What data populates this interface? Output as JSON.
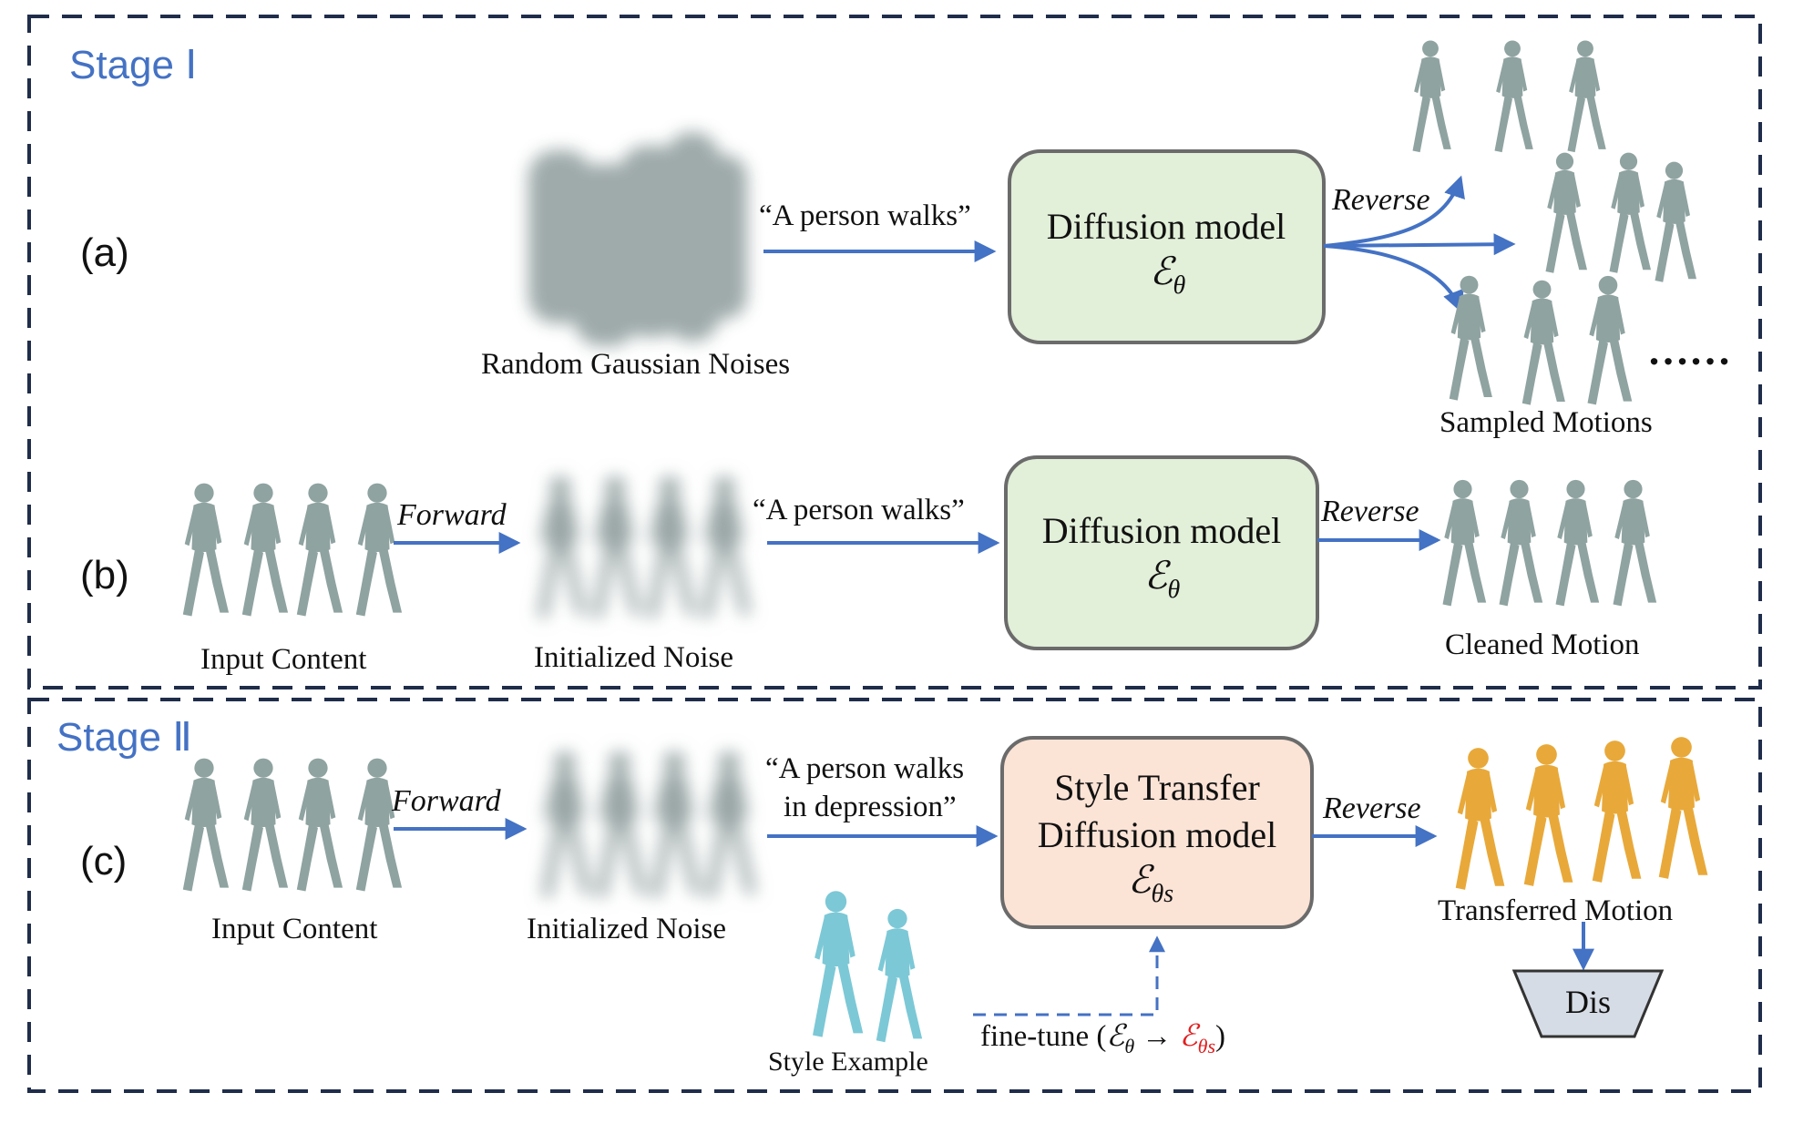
{
  "stages": {
    "stage1": "Stage Ⅰ",
    "stage2": "Stage Ⅱ"
  },
  "rows": {
    "a": "(a)",
    "b": "(b)",
    "c": "(c)"
  },
  "row_a": {
    "noise_caption": "Random Gaussian Noises",
    "prompt": "“A person walks”",
    "model_line1": "Diffusion model",
    "model_symbol": "ℰ",
    "model_symbol_sub": "θ",
    "reverse": "Reverse",
    "sampled_caption": "Sampled Motions",
    "ellipsis": "……"
  },
  "row_b": {
    "input_caption": "Input Content",
    "forward": "Forward",
    "noise_caption": "Initialized Noise",
    "prompt": "“A person walks”",
    "model_line1": "Diffusion model",
    "model_symbol": "ℰ",
    "model_symbol_sub": "θ",
    "reverse": "Reverse",
    "output_caption": "Cleaned Motion"
  },
  "row_c": {
    "input_caption": "Input Content",
    "forward": "Forward",
    "noise_caption": "Initialized Noise",
    "prompt_line1": "“A person walks",
    "prompt_line2": "in depression”",
    "model_line1": "Style Transfer",
    "model_line2": "Diffusion model",
    "model_symbol": "ℰ",
    "model_symbol_sub": "θs",
    "reverse": "Reverse",
    "output_caption": "Transferred Motion",
    "dis": "Dis",
    "style_caption": "Style Example",
    "finetune_prefix": "fine-tune (",
    "finetune_from": "ℰ",
    "finetune_from_sub": "θ",
    "finetune_arrow": " → ",
    "finetune_to": "ℰ",
    "finetune_to_sub": "θs",
    "finetune_suffix": ")"
  },
  "colors": {
    "accent": "#4472C4",
    "frame": "#1F2D4A",
    "model_fill": "#E2EFD9",
    "style_model_fill": "#FBE3D6",
    "box_stroke": "#6B6B6B",
    "dis_fill": "#D6DCE5",
    "symbol_red": "#E02020",
    "figure_gray": "#8FA3A1",
    "figure_orange": "#E8A93A",
    "figure_cyan": "#7CC8D6"
  }
}
